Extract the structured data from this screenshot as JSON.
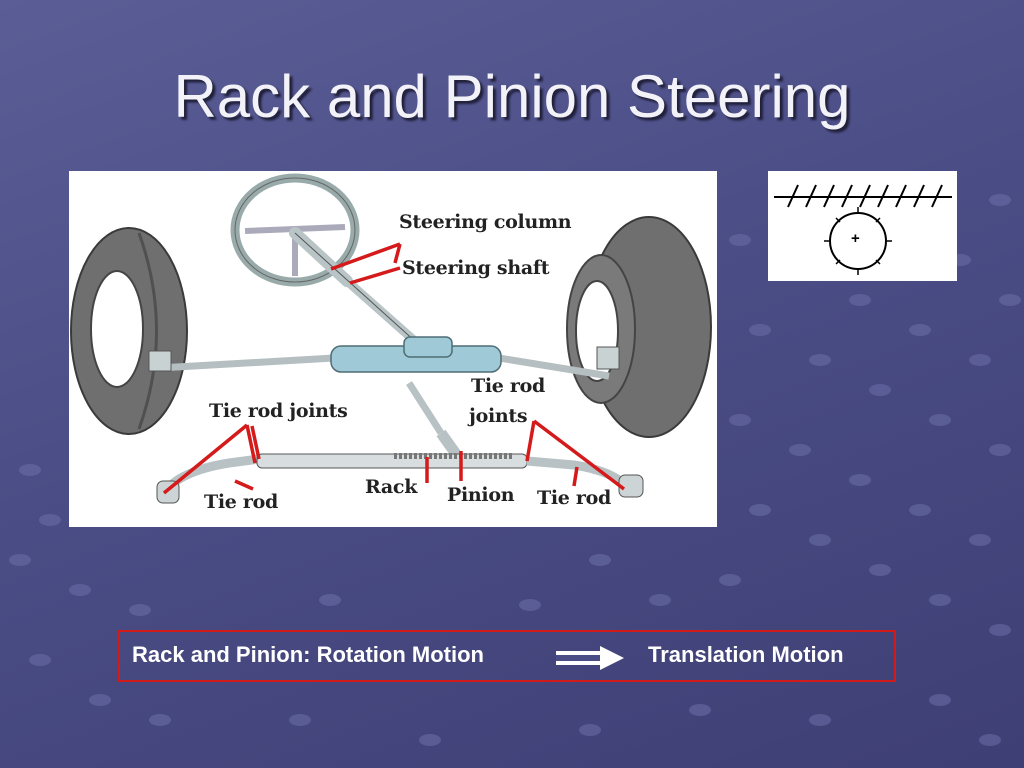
{
  "slide": {
    "title": "Rack and Pinion Steering"
  },
  "diagram": {
    "labels": {
      "steering_column": "Steering column",
      "steering_shaft": "Steering shaft",
      "tie_rod_joints_left": "Tie rod joints",
      "tie_rod_joints_right_line1": "Tie rod",
      "tie_rod_joints_right_line2": "joints",
      "tie_rod_left": "Tie rod",
      "rack": "Rack",
      "pinion": "Pinion",
      "tie_rod_right": "Tie rod"
    },
    "colors": {
      "leader_lines": "#d41a1a",
      "rack_housing": "#9fc9d6",
      "tire": "#6f6f6f"
    }
  },
  "pinion_sketch": {
    "center_mark": "+"
  },
  "motion": {
    "left_text": "Rack and Pinion: Rotation Motion",
    "arrow_icon": "right-arrow-icon",
    "right_text": "Translation Motion",
    "border_color": "#d11a1a"
  }
}
